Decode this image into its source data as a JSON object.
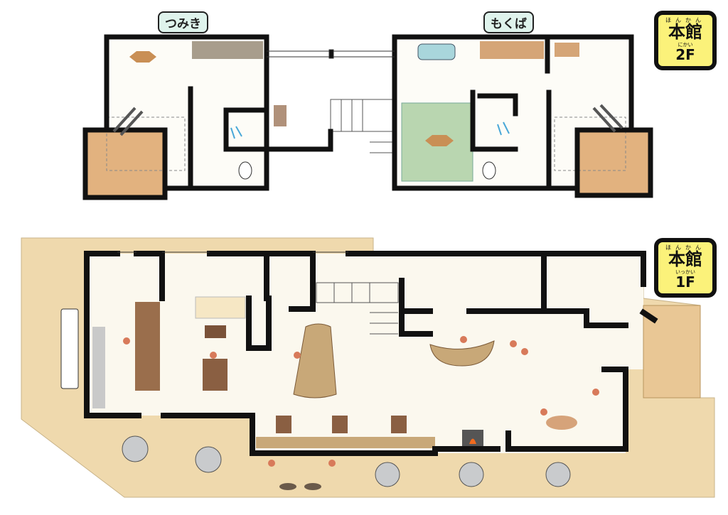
{
  "floor2": {
    "room_left_label": "つみき",
    "room_right_label": "もくば",
    "badge": {
      "ruby": "ほんかん",
      "title": "本館",
      "floor_ruby": "にかい",
      "floor": "2F"
    }
  },
  "floor1": {
    "badge": {
      "ruby": "ほんかん",
      "title": "本館",
      "floor_ruby": "いっかい",
      "floor": "1F"
    }
  },
  "colors": {
    "wall": "#111111",
    "deck": "#efd9ad",
    "bed_area": "#e2b27f",
    "tatami": "#b9d6b0",
    "wood": "#9a6e4c",
    "badge": "#fbf27a",
    "stone": "#c9cbcd"
  }
}
